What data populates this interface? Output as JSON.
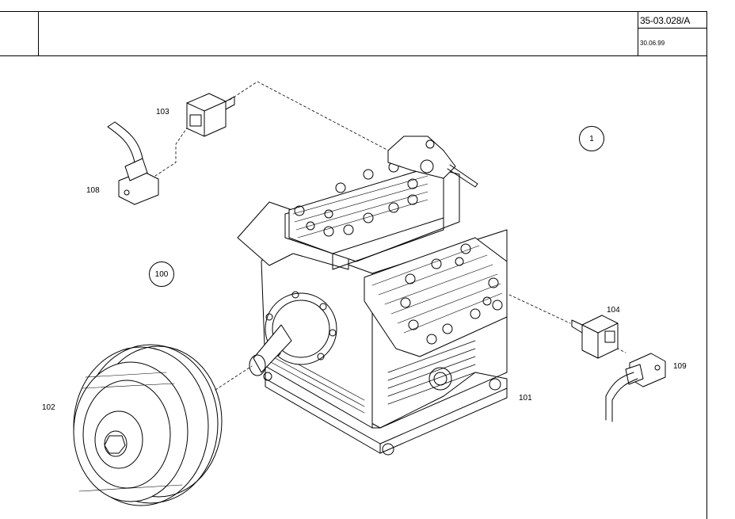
{
  "title_block": {
    "document_number": "35-03.028/A",
    "date": "30.06.99"
  },
  "part_labels": {
    "p101": "101",
    "p102": "102",
    "p103": "103",
    "p104": "104",
    "p108": "108",
    "p109": "109"
  },
  "balloons": {
    "b1": "1",
    "b100": "100"
  }
}
